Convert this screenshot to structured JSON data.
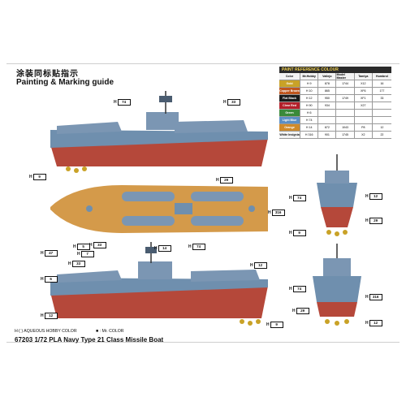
{
  "title_cn": "涂装同标贴指示",
  "title_en": "Painting & Marking guide",
  "legend": {
    "title": "PAINT REFERENCE COLOUR",
    "headers": [
      "Color",
      "Mr.Hobby",
      "Vallejo",
      "Model Master",
      "Tamiya",
      "Humbrol"
    ],
    "rows": [
      {
        "name": "Gold",
        "code": "H 9",
        "mrhobby": "",
        "vallejo": "878",
        "mm": "1744",
        "tamiya": "X12",
        "humbrol": "16",
        "color": "#c9a227"
      },
      {
        "name": "Copper Brown",
        "code": "H 10",
        "mrhobby": "",
        "vallejo": "865",
        "mm": "",
        "tamiya": "XF6",
        "humbrol": "177",
        "color": "#c0561e"
      },
      {
        "name": "Flat Black",
        "code": "H 12",
        "mrhobby": "",
        "vallejo": "950",
        "mm": "1749",
        "tamiya": "XF1",
        "humbrol": "33",
        "color": "#1a1a1a"
      },
      {
        "name": "Clear Red",
        "code": "H 90",
        "mrhobby": "",
        "vallejo": "934",
        "mm": "",
        "tamiya": "X27",
        "humbrol": "",
        "color": "#b3202a"
      },
      {
        "name": "Green",
        "code": "H 6",
        "mrhobby": "",
        "vallejo": "",
        "mm": "",
        "tamiya": "",
        "humbrol": "",
        "color": "#3a8a3a"
      },
      {
        "name": "Light Blue",
        "code": "H 74",
        "mrhobby": "",
        "vallejo": "",
        "mm": "",
        "tamiya": "",
        "humbrol": "",
        "color": "#5b8fc5"
      },
      {
        "name": "Orange",
        "code": "H 14",
        "mrhobby": "",
        "vallejo": "872",
        "mm": "1043",
        "tamiya": "P8",
        "humbrol": "12",
        "color": "#d08a2a"
      },
      {
        "name": "White Insignia",
        "code": "H 316",
        "mrhobby": "",
        "vallejo": "901",
        "mm": "1745",
        "tamiya": "X2",
        "humbrol": "22",
        "color": "#f4f4f4"
      }
    ]
  },
  "callouts": {
    "h74": "74",
    "h33": "33",
    "h9": "9",
    "h29": "29",
    "h316": "316",
    "h47": "47",
    "h12": "12",
    "h7": "7",
    "h14": "14",
    "h6": "6",
    "h5": "5"
  },
  "footer": {
    "aqueous": "H:( ) AQUEOUS HOBBY COLOR",
    "mrcolor": "■ : Mr. COLOR",
    "model": "67203  1/72   PLA Navy Type 21 Class Missile Boat"
  },
  "colors": {
    "hull_red": "#b5483a",
    "hull_blue": "#6f8fae",
    "deck_orange": "#d49a4a",
    "gray_blue": "#7b96b3"
  }
}
